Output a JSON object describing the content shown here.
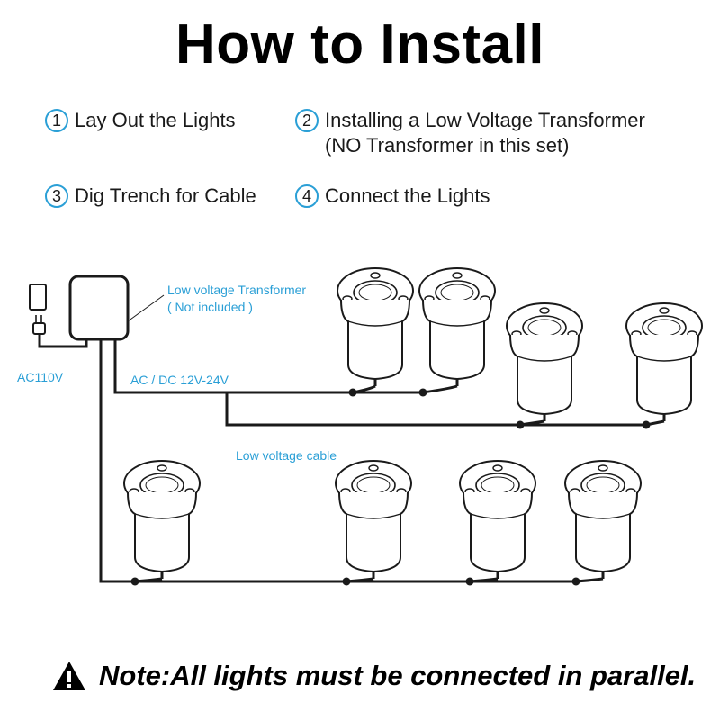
{
  "title": "How to Install",
  "steps": [
    {
      "num": "1",
      "lines": [
        "Lay Out the Lights"
      ]
    },
    {
      "num": "2",
      "lines": [
        "Installing a Low Voltage Transformer",
        "(NO Transformer in this set)"
      ]
    },
    {
      "num": "3",
      "lines": [
        "Dig Trench for Cable"
      ]
    },
    {
      "num": "4",
      "lines": [
        "Connect the Lights"
      ]
    }
  ],
  "diagram": {
    "transformer_label": [
      "Low voltage Transformer",
      "( Not included )"
    ],
    "power_label": "AC110V",
    "output_label": "AC / DC 12V-24V",
    "cable_label": "Low voltage cable",
    "label_color": "#2a9fd6"
  },
  "note": {
    "icon": "warning-icon",
    "text": "Note:All lights must be connected in parallel."
  }
}
